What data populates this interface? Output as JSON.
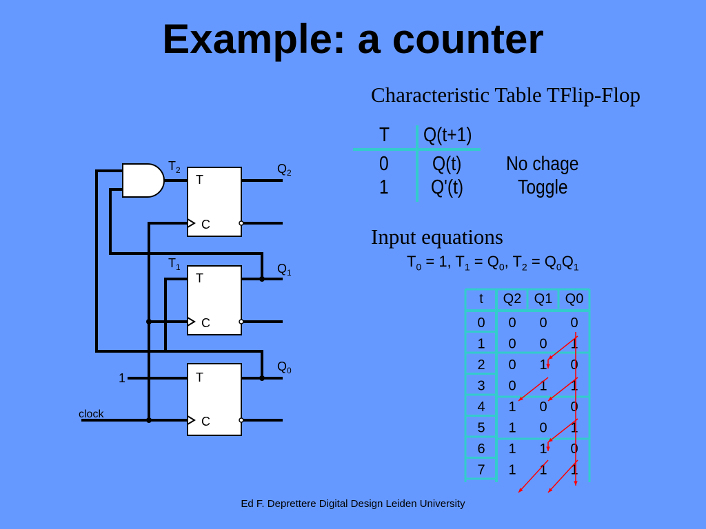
{
  "title": "Example: a counter",
  "characteristic_table": {
    "heading": "Characteristic Table TFlip-Flop",
    "headers": [
      "T",
      "Q(t+1)"
    ],
    "rows": [
      {
        "t": "0",
        "next": "Q(t)",
        "desc": "No chage"
      },
      {
        "t": "1",
        "next": "Q'(t)",
        "desc": "Toggle"
      }
    ]
  },
  "input_equations": {
    "heading": "Input equations",
    "eq": {
      "t0_base": "T",
      "t0_sub": "0",
      "t0_rhs": " = 1, ",
      "t1_base": "T",
      "t1_sub": "1",
      "t1_mid": " = Q",
      "t1_sub2": "0",
      "t1_sep": ", ",
      "t2_base": "T",
      "t2_sub": "2",
      "t2_mid": " = Q",
      "t2_sub2": "0",
      "t2_q": "Q",
      "t2_sub3": "1"
    }
  },
  "state_table": {
    "headers": [
      "t",
      "Q2",
      "Q1",
      "Q0"
    ],
    "rows": [
      [
        "0",
        "0",
        "0",
        "0"
      ],
      [
        "1",
        "0",
        "0",
        "1"
      ],
      [
        "2",
        "0",
        "1",
        "0"
      ],
      [
        "3",
        "0",
        "1",
        "1"
      ],
      [
        "4",
        "1",
        "0",
        "0"
      ],
      [
        "5",
        "1",
        "0",
        "1"
      ],
      [
        "6",
        "1",
        "1",
        "0"
      ],
      [
        "7",
        "1",
        "1",
        "1"
      ]
    ]
  },
  "circuit": {
    "ff_t_label": "T",
    "ff_c_label": "C",
    "t2_label": "T",
    "t2_sub": "2",
    "t1_label": "T",
    "t1_sub": "1",
    "q2_label": "Q",
    "q2_sub": "2",
    "q1_label": "Q",
    "q1_sub": "1",
    "q0_label": "Q",
    "q0_sub": "0",
    "one_label": "1",
    "clock_label": "clock"
  },
  "footer": "Ed F. Deprettere  Digital Design  Leiden University",
  "colors": {
    "background": "#6699ff",
    "table_lines": "#33cccc",
    "arrows": "#ff0000"
  }
}
